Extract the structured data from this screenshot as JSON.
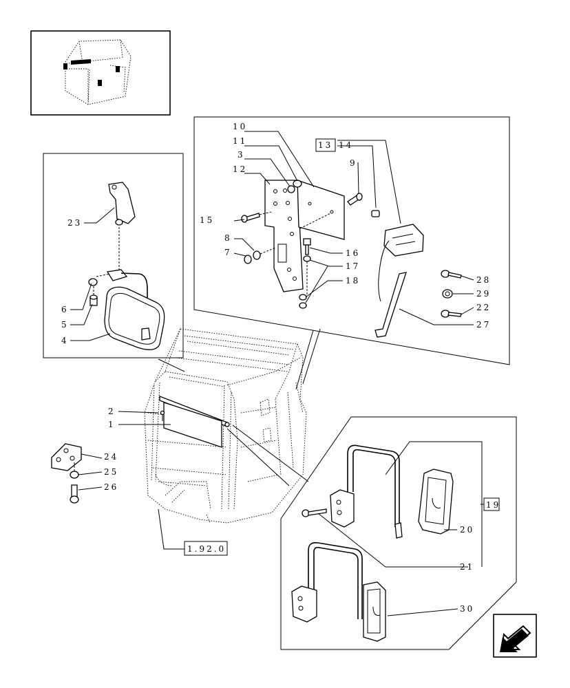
{
  "labels": {
    "p1": "1",
    "p2": "2",
    "p3": "3",
    "p4": "4",
    "p5": "5",
    "p6": "6",
    "p7": "7",
    "p8": "8",
    "p9": "9",
    "p10": "10",
    "p11": "11",
    "p12": "12",
    "p13": "13",
    "p14": "14",
    "p15": "15",
    "p16": "16",
    "p17": "17",
    "p18": "18",
    "p19": "19",
    "p20": "20",
    "p21": "21",
    "p22": "22",
    "p23": "23",
    "p24": "24",
    "p25": "25",
    "p26": "26",
    "p27": "27",
    "p28": "28",
    "p29": "29",
    "p30": "30"
  },
  "reference": "1.92.0",
  "icons": {
    "thumbnail": "cab-thumbnail-icon",
    "nav": "previous-page-arrow-icon"
  }
}
